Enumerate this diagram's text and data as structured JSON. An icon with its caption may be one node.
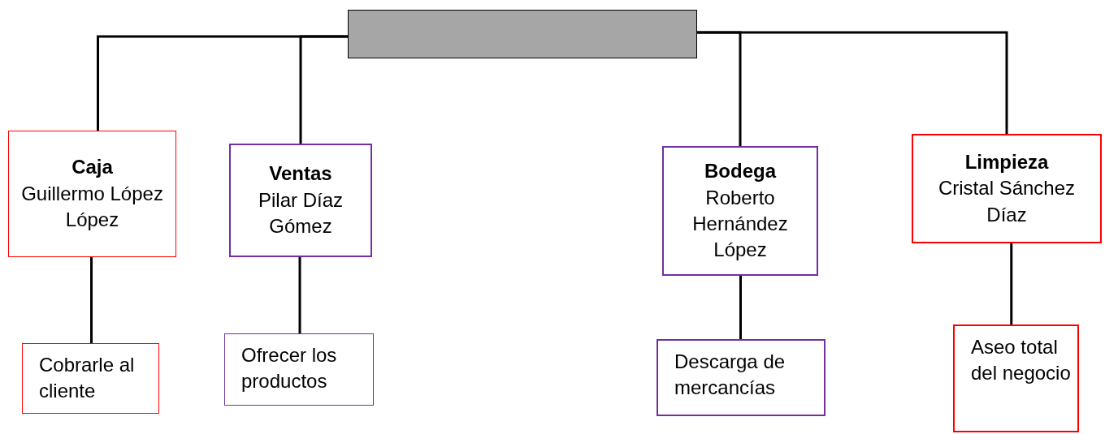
{
  "diagram": {
    "nodes": [
      {
        "text": [],
        "shape": "box"
      },
      {
        "text": [
          "Caja",
          "Guillermo López López"
        ]
      },
      {
        "text": [
          "Cobrarle al cliente"
        ]
      },
      {
        "text": [
          "Ventas",
          "Pilar Díaz Gómez"
        ]
      },
      {
        "text": [
          "Ofrecer los productos"
        ]
      },
      {
        "text": [
          "Bodega",
          "Roberto Hernández López"
        ]
      },
      {
        "text": [
          "Descarga de mercancías"
        ]
      },
      {
        "text": [
          "Limpieza",
          "Cristal Sánchez Díaz"
        ]
      },
      {
        "text": [
          "Aseo total del negocio"
        ]
      }
    ],
    "edges": [
      {
        "from": 0,
        "to": 1,
        "arrow": "none"
      },
      {
        "from": 0,
        "to": 3,
        "arrow": "none"
      },
      {
        "from": 0,
        "to": 5,
        "arrow": "none"
      },
      {
        "from": 0,
        "to": 7,
        "arrow": "none"
      },
      {
        "from": 1,
        "to": 2,
        "arrow": "none"
      },
      {
        "from": 3,
        "to": 4,
        "arrow": "none"
      },
      {
        "from": 5,
        "to": 6,
        "arrow": "none"
      },
      {
        "from": 7,
        "to": 8,
        "arrow": "none"
      }
    ]
  }
}
